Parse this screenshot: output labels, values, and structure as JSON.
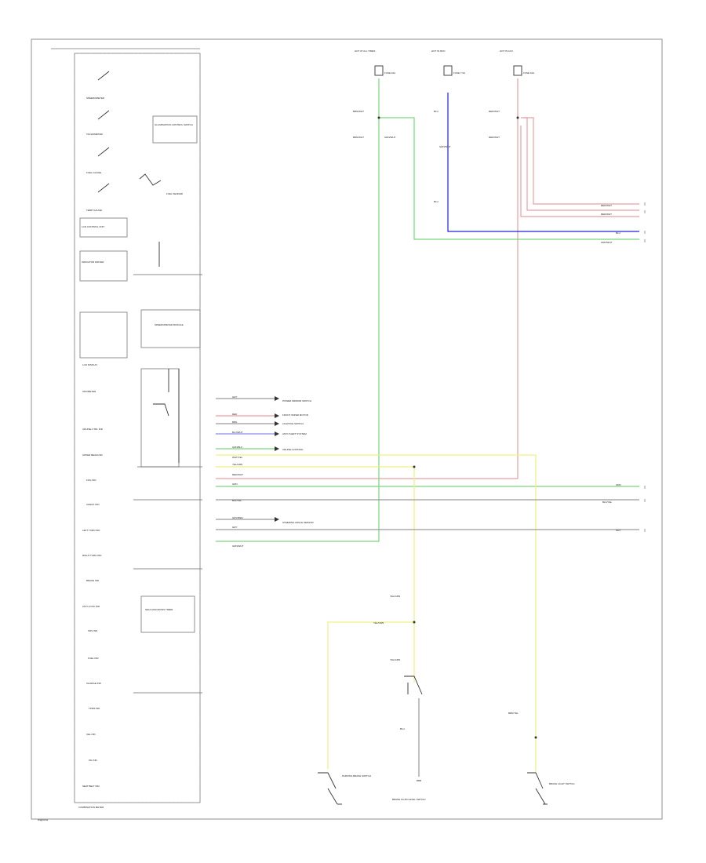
{
  "figure_label": "Diagrama",
  "instrument_cluster_title": "COMBINATION METER",
  "gauges": [
    "SPEEDOMETER",
    "TACHOMETER",
    "FUEL GAUGE",
    "TEMP GAUGE"
  ],
  "indicators": [
    "LCD DISPLAY",
    "ODOMETER",
    "CRUISE CTRL IND",
    "UPPER BEAM IND",
    "FOG IND",
    "CHECK IND",
    "LEFT TURN IND",
    "RIGHT TURN IND",
    "BRAKE IND",
    "ANTI-LOCK IND",
    "SRS IND",
    "FUEL IND",
    "CHARGE IND",
    "TPMS IND",
    "CEL IND",
    "OIL IND",
    "SEAT BELT IND"
  ],
  "internal_blocks": [
    "ILLUMINATION CONTROL SWITCH",
    "FUEL SENDER",
    "LCD CONTROL UNIT",
    "INDICATOR DRIVER",
    "SPEEDOMETER MODULE",
    "SELF-DIAGNOSIS TIMER"
  ],
  "top_sources": [
    {
      "name": "HOT AT ALL TIMES",
      "fuse": "FUSE 10A"
    },
    {
      "name": "HOT IN RUN",
      "fuse": "FUSE 7.5A"
    },
    {
      "name": "HOT IN ACC",
      "fuse": "FUSE 10A"
    }
  ],
  "connectors": [
    "BRN/WHT",
    "BLU",
    "BRN/WHT",
    "BLU",
    "RED/WHT",
    "RED/WHT",
    "GRN/WHT",
    "GRN/WHT",
    "YEL/GRN",
    "YEL/GRN",
    "YEL/GRN",
    "BLU",
    "BRN/YEL"
  ],
  "mid_wires": [
    {
      "color": "GRY",
      "dest": "POWER MIRROR SWITCH"
    },
    {
      "color": "RED",
      "dest": "FRONT WIPER MOTOR"
    },
    {
      "color": "BRN",
      "dest": "LIGHTING SWITCH"
    },
    {
      "color": "BLU/WHT",
      "dest": "ANTI-THEFT SYSTEM"
    },
    {
      "color": "GRN/BLK",
      "dest": "CRUISE CONTROL"
    },
    {
      "color": "WHT/YEL",
      "dest": ""
    },
    {
      "color": "YEL/GRN",
      "dest": ""
    },
    {
      "color": "RED/WHT",
      "dest": ""
    },
    {
      "color": "GRN",
      "dest": ""
    },
    {
      "color": "BLK/YEL",
      "dest": ""
    },
    {
      "color": "GRY/RED",
      "dest": "STEERING ANGLE SENSOR"
    },
    {
      "color": "GRY",
      "dest": ""
    },
    {
      "color": "GRN/WHT",
      "dest": ""
    }
  ],
  "right_tags": [
    "RED/WHT",
    "RED/WHT",
    "BLU",
    "GRN/WHT",
    "GRN",
    "BLK/YEL",
    "GRY"
  ],
  "bottom_components": [
    {
      "name": "PARKING BRAKE SWITCH"
    },
    {
      "name": "BRAKE FLUID LEVEL SWITCH"
    },
    {
      "name": "BRAKE LIGHT SWITCH"
    }
  ],
  "colors": {
    "red": "#e8a0a0",
    "blue": "#2020e0",
    "green": "#7ad87a",
    "yellow": "#f0f080",
    "gray": "#9a9a9a",
    "black": "#222222"
  }
}
